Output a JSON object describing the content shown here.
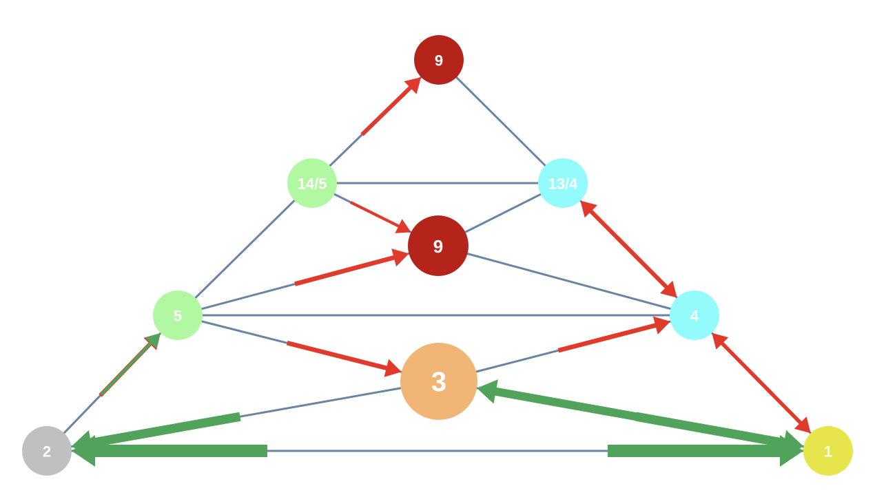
{
  "colors": {
    "edge": "#6a84a6",
    "red_arrow": "#e03a2c",
    "green_arrow": "#51a35c",
    "node_darkred": "#b5241b",
    "node_lightgreen": "#b2f7a1",
    "node_cyan": "#94fbfd",
    "node_orange": "#f1b575",
    "node_gray": "#c0c0c0",
    "node_yellow": "#e6e64c"
  },
  "nodes": {
    "top": {
      "label": "9",
      "color": "node_darkred"
    },
    "upper_left": {
      "label": "14/5",
      "color": "node_lightgreen"
    },
    "upper_right": {
      "label": "13/4",
      "color": "node_cyan"
    },
    "center": {
      "label": "9",
      "color": "node_darkred"
    },
    "mid_left": {
      "label": "5",
      "color": "node_lightgreen"
    },
    "mid_right": {
      "label": "4",
      "color": "node_cyan"
    },
    "lower_center": {
      "label": "3",
      "color": "node_orange"
    },
    "bottom_left": {
      "label": "2",
      "color": "node_gray"
    },
    "bottom_right": {
      "label": "1",
      "color": "node_yellow"
    }
  },
  "edges": [
    [
      "top",
      "upper_left"
    ],
    [
      "top",
      "upper_right"
    ],
    [
      "upper_left",
      "upper_right"
    ],
    [
      "upper_left",
      "center"
    ],
    [
      "upper_right",
      "center"
    ],
    [
      "upper_left",
      "mid_left"
    ],
    [
      "upper_right",
      "mid_right"
    ],
    [
      "center",
      "mid_left"
    ],
    [
      "center",
      "mid_right"
    ],
    [
      "mid_left",
      "mid_right"
    ],
    [
      "mid_left",
      "lower_center"
    ],
    [
      "mid_right",
      "lower_center"
    ],
    [
      "mid_left",
      "bottom_left"
    ],
    [
      "mid_right",
      "bottom_right"
    ],
    [
      "lower_center",
      "bottom_left"
    ],
    [
      "lower_center",
      "bottom_right"
    ],
    [
      "bottom_left",
      "bottom_right"
    ]
  ],
  "arrows": [
    {
      "from": "upper_left",
      "to": "top",
      "color": "red_arrow",
      "weight": 1
    },
    {
      "from": "upper_left",
      "to": "center",
      "color": "red_arrow",
      "weight": 0.7
    },
    {
      "from": "mid_left",
      "to": "center",
      "color": "red_arrow",
      "weight": 1.1
    },
    {
      "from": "mid_left",
      "to": "lower_center",
      "color": "red_arrow",
      "weight": 1.1
    },
    {
      "from": "bottom_left",
      "to": "mid_left",
      "color": "red_arrow",
      "weight": 1
    },
    {
      "from": "bottom_left",
      "to": "mid_left",
      "color": "green_arrow",
      "weight": 0.7
    },
    {
      "from": "mid_right",
      "to": "upper_right",
      "color": "red_arrow",
      "weight": 1
    },
    {
      "from": "upper_right",
      "to": "mid_right",
      "color": "red_arrow",
      "weight": 1
    },
    {
      "from": "lower_center",
      "to": "mid_right",
      "color": "red_arrow",
      "weight": 1.1
    },
    {
      "from": "bottom_right",
      "to": "mid_right",
      "color": "red_arrow",
      "weight": 0.9
    },
    {
      "from": "mid_right",
      "to": "bottom_right",
      "color": "red_arrow",
      "weight": 0.9
    },
    {
      "from": "lower_center",
      "to": "bottom_left",
      "color": "green_arrow",
      "weight": 2.2
    },
    {
      "from": "lower_center",
      "to": "bottom_right",
      "color": "green_arrow",
      "weight": 2.2
    },
    {
      "from": "bottom_right",
      "to": "lower_center",
      "color": "green_arrow",
      "weight": 2.0
    },
    {
      "from": "bottom_left",
      "to": "bottom_right",
      "color": "green_arrow",
      "weight": 3.0
    },
    {
      "from": "bottom_right",
      "to": "bottom_left",
      "color": "green_arrow",
      "weight": 3.0
    }
  ]
}
